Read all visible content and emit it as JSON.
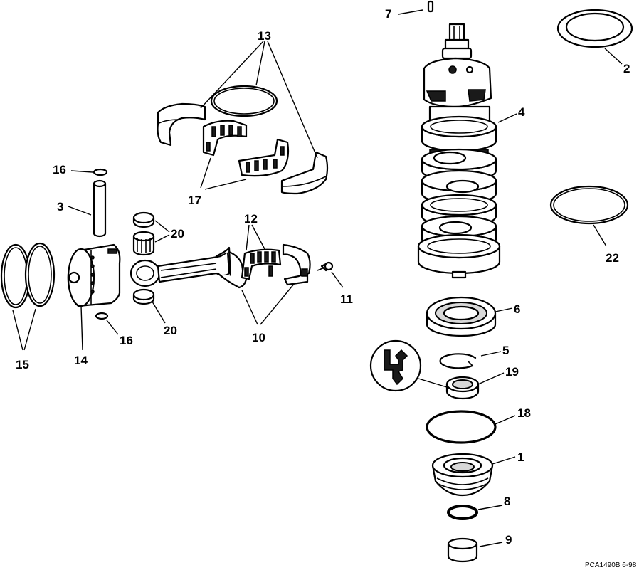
{
  "callouts": {
    "c1": "1",
    "c2": "2",
    "c3": "3",
    "c4": "4",
    "c5": "5",
    "c6": "6",
    "c7": "7",
    "c8": "8",
    "c9": "9",
    "c10": "10",
    "c11": "11",
    "c12": "12",
    "c13": "13",
    "c14": "14",
    "c15": "15",
    "c16a": "16",
    "c16b": "16",
    "c17": "17",
    "c18": "18",
    "c19": "19",
    "c20a": "20",
    "c20b": "20",
    "c22": "22"
  },
  "drawing_code": "PCA1490B  6-98",
  "colors": {
    "ink": "#000000",
    "paper": "#ffffff"
  }
}
